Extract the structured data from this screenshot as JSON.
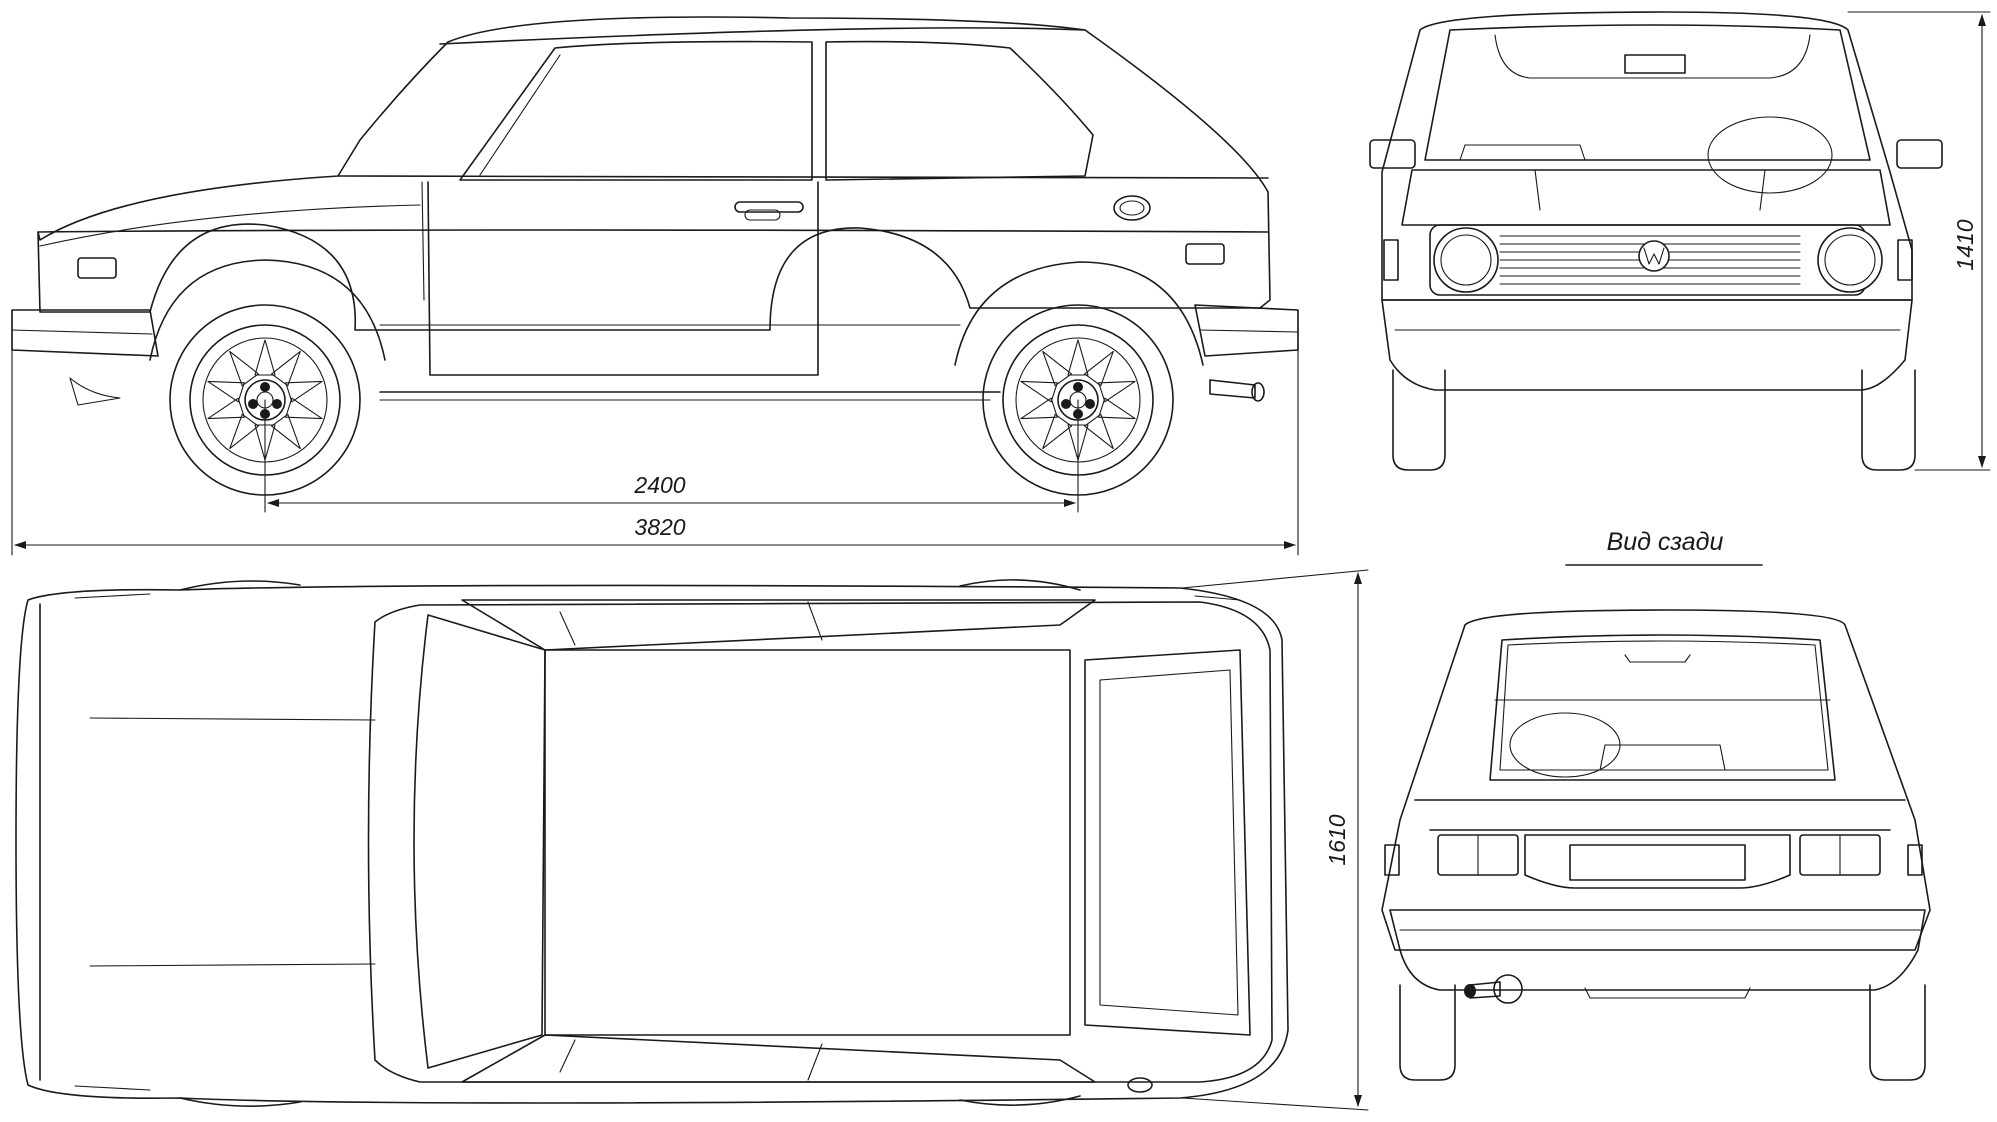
{
  "dimensions": {
    "wheelbase": "2400",
    "length": "3820",
    "width": "1610",
    "height": "1410"
  },
  "captions": {
    "rear_view": "Вид сзади"
  }
}
